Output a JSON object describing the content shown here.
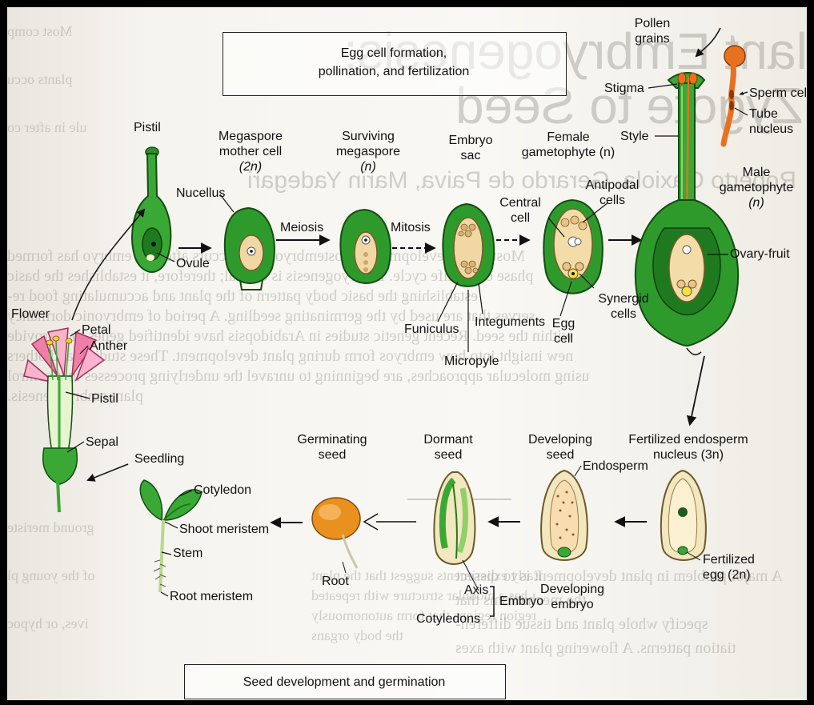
{
  "header_box": {
    "line1": "Egg cell formation,",
    "line2": "pollination, and fertilization"
  },
  "footer_box": {
    "text": "Seed development and germination"
  },
  "labels": {
    "pistil_top": "Pistil",
    "megaspore_mother": [
      "Megaspore",
      "mother cell",
      "(2n)"
    ],
    "surviving_megaspore": [
      "Surviving",
      "megaspore",
      "(n)"
    ],
    "embryo_sac": [
      "Embryo",
      "sac"
    ],
    "female_gametophyte": [
      "Female",
      "gametophyte (n)"
    ],
    "pollen_grains": [
      "Pollen",
      "grains"
    ],
    "stigma": "Stigma",
    "style": "Style",
    "sperm_cells": "Sperm cells",
    "tube_nucleus": [
      "Tube",
      "nucleus"
    ],
    "male_gametophyte": [
      "Male",
      "gametophyte",
      "(n)"
    ],
    "nucellus": "Nucellus",
    "meiosis": "Meiosis",
    "mitosis": "Mitosis",
    "central_cell": [
      "Central",
      "cell"
    ],
    "antipodal_cells": [
      "Antipodal",
      "cells"
    ],
    "ovary_fruit": "Ovary-fruit",
    "ovule": "Ovule",
    "funiculus": "Funiculus",
    "integuments": "Integuments",
    "micropyle": "Micropyle",
    "egg_cell": [
      "Egg",
      "cell"
    ],
    "synergid_cells": [
      "Synergid",
      "cells"
    ],
    "flower": "Flower",
    "petal": "Petal",
    "anther": "Anther",
    "pistil_flower": "Pistil",
    "sepal": "Sepal",
    "germinating_seed": [
      "Germinating",
      "seed"
    ],
    "dormant_seed": [
      "Dormant",
      "seed"
    ],
    "developing_seed": [
      "Developing",
      "seed"
    ],
    "fertilized_endosperm": [
      "Fertilized endosperm",
      "nucleus (3n)"
    ],
    "seedling": "Seedling",
    "cotyledon": "Cotyledon",
    "shoot_meristem": "Shoot meristem",
    "stem": "Stem",
    "root_meristem": "Root meristem",
    "root": "Root",
    "axis": "Axis",
    "embryo": "Embryo",
    "cotyledons": "Cotyledons",
    "endosperm": "Endosperm",
    "developing_embryo": [
      "Developing",
      "embryo"
    ],
    "fertilized_egg": [
      "Fertilized",
      "egg (2n)"
    ]
  },
  "colors": {
    "dark_green": "#1f7a1f",
    "bright_green": "#3aa835",
    "light_green": "#9fd36a",
    "tan": "#f1d7a3",
    "cream": "#fbf1d0",
    "orange": "#e8711f",
    "pink": "#f07fa8"
  }
}
